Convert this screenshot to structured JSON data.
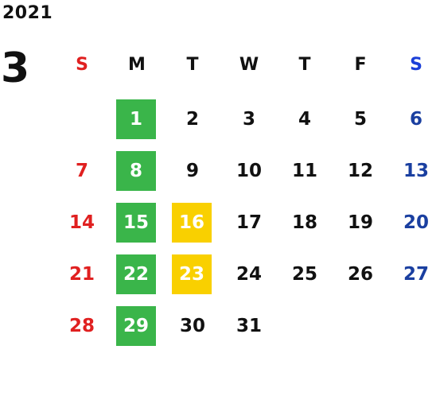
{
  "year": "2021",
  "month": "3",
  "weekday_headers": [
    "S",
    "M",
    "T",
    "W",
    "T",
    "F",
    "S"
  ],
  "weeks": [
    [
      "",
      "1",
      "2",
      "3",
      "4",
      "5",
      "6"
    ],
    [
      "7",
      "8",
      "9",
      "10",
      "11",
      "12",
      "13"
    ],
    [
      "14",
      "15",
      "16",
      "17",
      "18",
      "19",
      "20"
    ],
    [
      "21",
      "22",
      "23",
      "24",
      "25",
      "26",
      "27"
    ],
    [
      "28",
      "29",
      "30",
      "31",
      "",
      "",
      ""
    ]
  ],
  "highlights": {
    "green_days": [
      "1",
      "8",
      "15",
      "22",
      "29"
    ],
    "yellow_days": [
      "16",
      "23"
    ]
  },
  "colors": {
    "sunday": "#e02020",
    "saturday": "#1a3fa0",
    "saturday_header": "#1b3fd8",
    "highlight_green": "#3ab54a",
    "highlight_yellow": "#f9d000"
  }
}
